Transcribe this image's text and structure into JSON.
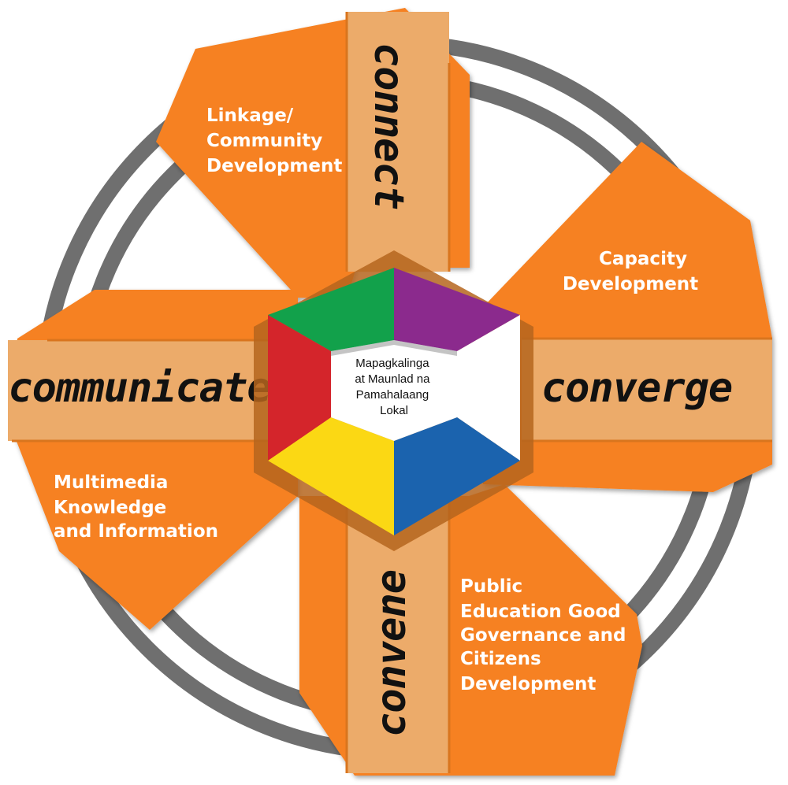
{
  "colors": {
    "orange": "#f68121",
    "band": "#ecab6a",
    "band_divider": "#d9751e",
    "ring": "#6f6f6f",
    "hex_green": "#12a14b",
    "hex_purple": "#8b2a8d",
    "hex_red": "#d4252b",
    "hex_yellow": "#fbd814",
    "hex_blue": "#1b63ae",
    "center_fill": "#ffffff"
  },
  "center": {
    "lines": [
      "Mapagkalinga",
      "at Maunlad na",
      "Pamahalaang",
      "Lokal"
    ]
  },
  "bands": {
    "top": "connect",
    "right": "converge",
    "bottom": "convene",
    "left": "communicate"
  },
  "segments": [
    {
      "id": "top-left",
      "lines": [
        "Linkage/",
        "Community",
        "Development"
      ]
    },
    {
      "id": "right-top",
      "lines": [
        "Capacity",
        "Development"
      ]
    },
    {
      "id": "bottom-right",
      "lines": [
        "Public",
        "Education Good",
        "Governance and",
        "Citizens",
        "Development"
      ]
    },
    {
      "id": "left-bottom",
      "lines": [
        "Multimedia",
        "Knowledge",
        "and Information"
      ]
    }
  ]
}
